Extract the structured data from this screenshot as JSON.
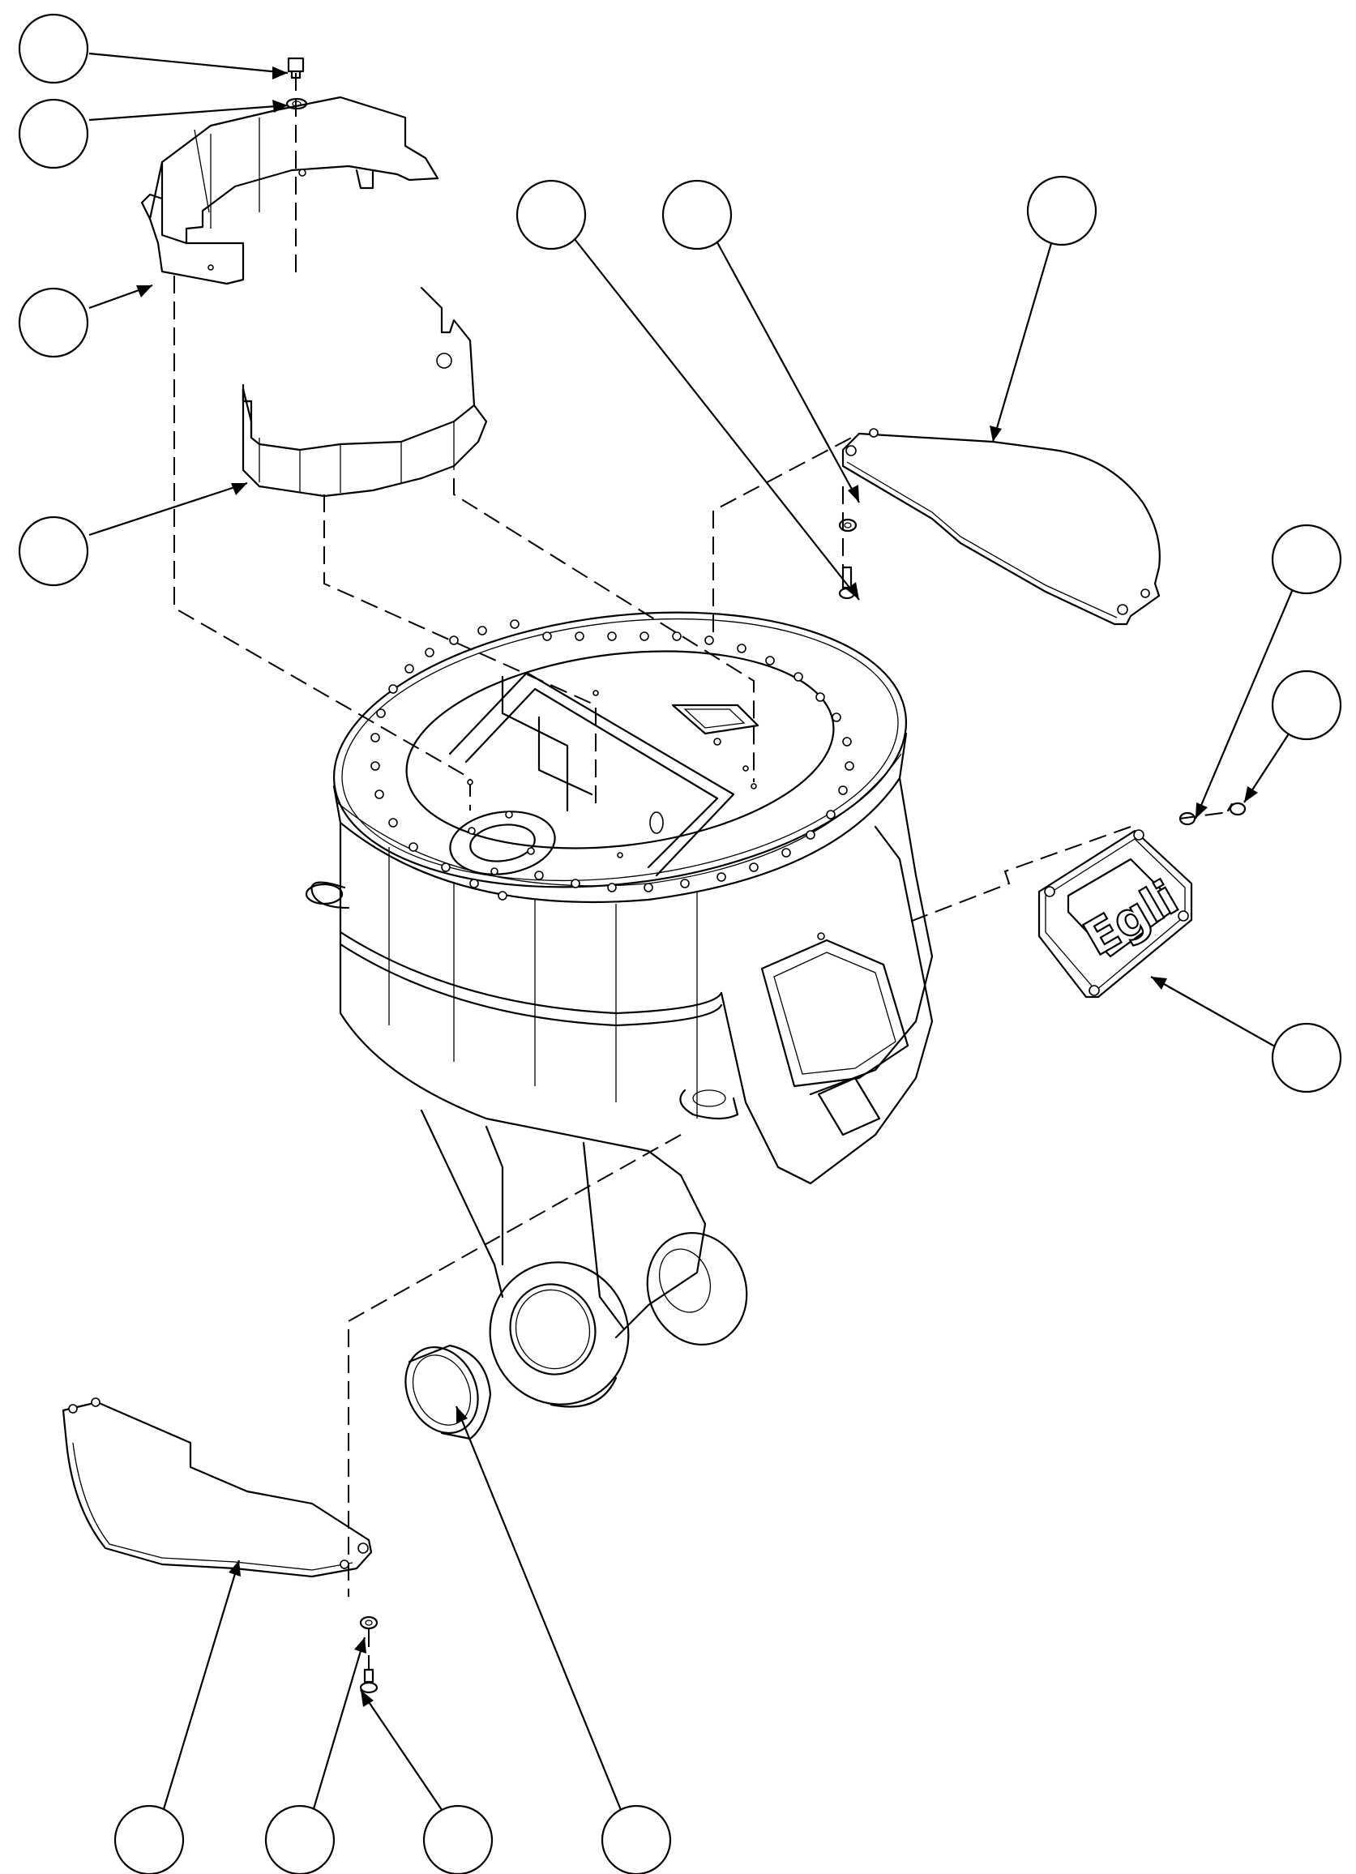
{
  "drawing": {
    "type": "exploded-assembly-diagram",
    "line_color": "#000000",
    "background": "#ffffff"
  },
  "logo": {
    "text": "Egli"
  },
  "balloons": [
    {
      "id": "balloon-top-left-1",
      "label": ""
    },
    {
      "id": "balloon-top-left-2",
      "label": ""
    },
    {
      "id": "balloon-left-3",
      "label": ""
    },
    {
      "id": "balloon-left-4",
      "label": ""
    },
    {
      "id": "balloon-top-mid-1",
      "label": ""
    },
    {
      "id": "balloon-top-mid-2",
      "label": ""
    },
    {
      "id": "balloon-top-right",
      "label": ""
    },
    {
      "id": "balloon-right-1",
      "label": ""
    },
    {
      "id": "balloon-right-2",
      "label": ""
    },
    {
      "id": "balloon-right-3",
      "label": ""
    },
    {
      "id": "balloon-bottom-1",
      "label": ""
    },
    {
      "id": "balloon-bottom-2",
      "label": ""
    },
    {
      "id": "balloon-bottom-3",
      "label": ""
    },
    {
      "id": "balloon-bottom-4",
      "label": ""
    }
  ]
}
